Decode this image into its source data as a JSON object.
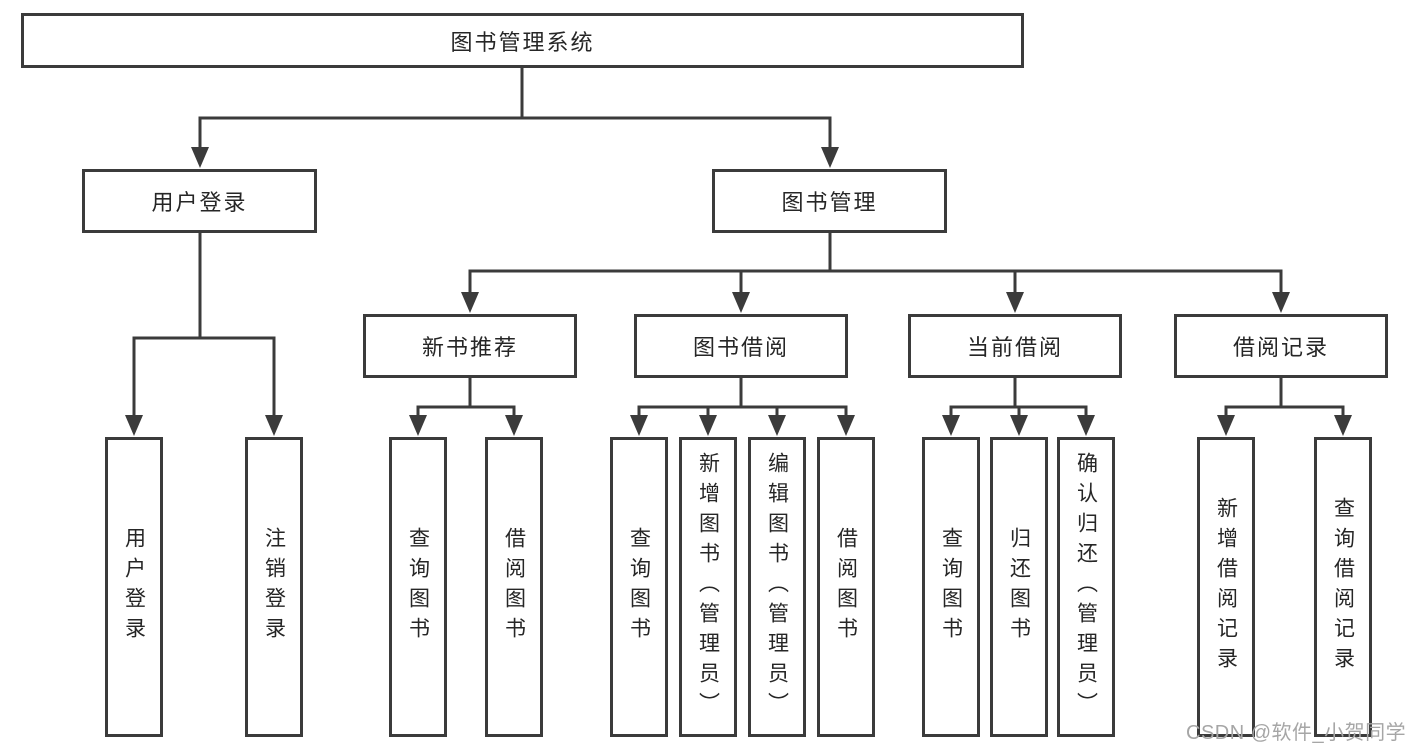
{
  "diagram": {
    "title": "图书管理系统",
    "nodes": {
      "root": {
        "id": "library-management-system",
        "label": "图书管理系统"
      },
      "level2": [
        {
          "id": "user-login",
          "label": "用户登录"
        },
        {
          "id": "book-management",
          "label": "图书管理"
        }
      ],
      "level3": [
        {
          "id": "new-book-recommend",
          "label": "新书推荐",
          "parent": "图书管理"
        },
        {
          "id": "book-borrowing",
          "label": "图书借阅",
          "parent": "图书管理"
        },
        {
          "id": "current-borrowing",
          "label": "当前借阅",
          "parent": "图书管理"
        },
        {
          "id": "borrowing-records",
          "label": "借阅记录",
          "parent": "图书管理"
        }
      ],
      "level4": [
        {
          "id": "user-login-action",
          "label": "用户登录",
          "parent": "用户登录"
        },
        {
          "id": "logout-action",
          "label": "注销登录",
          "parent": "用户登录"
        },
        {
          "id": "query-books-1",
          "label": "查询图书",
          "parent": "新书推荐"
        },
        {
          "id": "borrow-books-1",
          "label": "借阅图书",
          "parent": "新书推荐"
        },
        {
          "id": "query-books-2",
          "label": "查询图书",
          "parent": "图书借阅"
        },
        {
          "id": "add-books-admin",
          "label": "新增图书（管理员）",
          "parent": "图书借阅"
        },
        {
          "id": "edit-books-admin",
          "label": "编辑图书（管理员）",
          "parent": "图书借阅"
        },
        {
          "id": "borrow-books-2",
          "label": "借阅图书",
          "parent": "图书借阅"
        },
        {
          "id": "query-books-3",
          "label": "查询图书",
          "parent": "当前借阅"
        },
        {
          "id": "return-books",
          "label": "归还图书",
          "parent": "当前借阅"
        },
        {
          "id": "confirm-return-admin",
          "label": "确认归还（管理员）",
          "parent": "当前借阅"
        },
        {
          "id": "add-borrow-record",
          "label": "新增借阅记录",
          "parent": "借阅记录"
        },
        {
          "id": "query-borrow-record",
          "label": "查询借阅记录",
          "parent": "借阅记录"
        }
      ]
    },
    "watermark": "CSDN @软件_小贺同学",
    "colors": {
      "line": "#3b3b3b",
      "text": "#262626",
      "box_background": "#ffffff",
      "page_background": "#ffffff",
      "watermark": "#a6a6a6"
    }
  }
}
